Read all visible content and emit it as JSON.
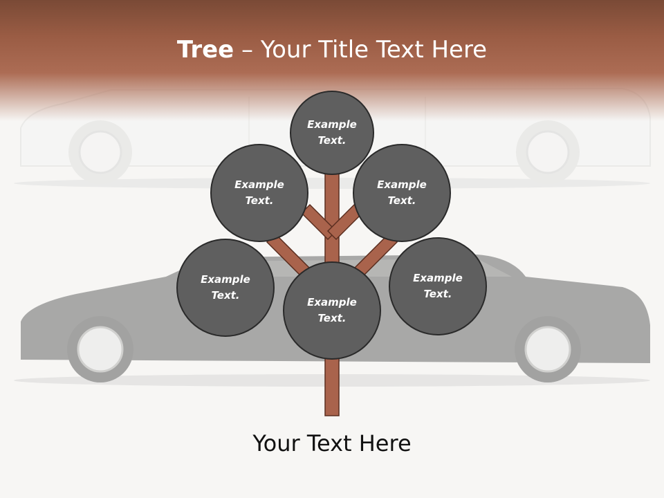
{
  "title": {
    "bold": "Tree",
    "rest": " – Your Title Text Here"
  },
  "nodes": [
    "Example\nText.",
    "Example\nText.",
    "Example\nText.",
    "Example\nText.",
    "Example\nText.",
    "Example\nText."
  ],
  "caption": "Your Text Here",
  "colors": {
    "header": "#a0614a",
    "branch": "#a9634c",
    "node": "#5f5f5f",
    "node_border": "#2a2a2a"
  }
}
